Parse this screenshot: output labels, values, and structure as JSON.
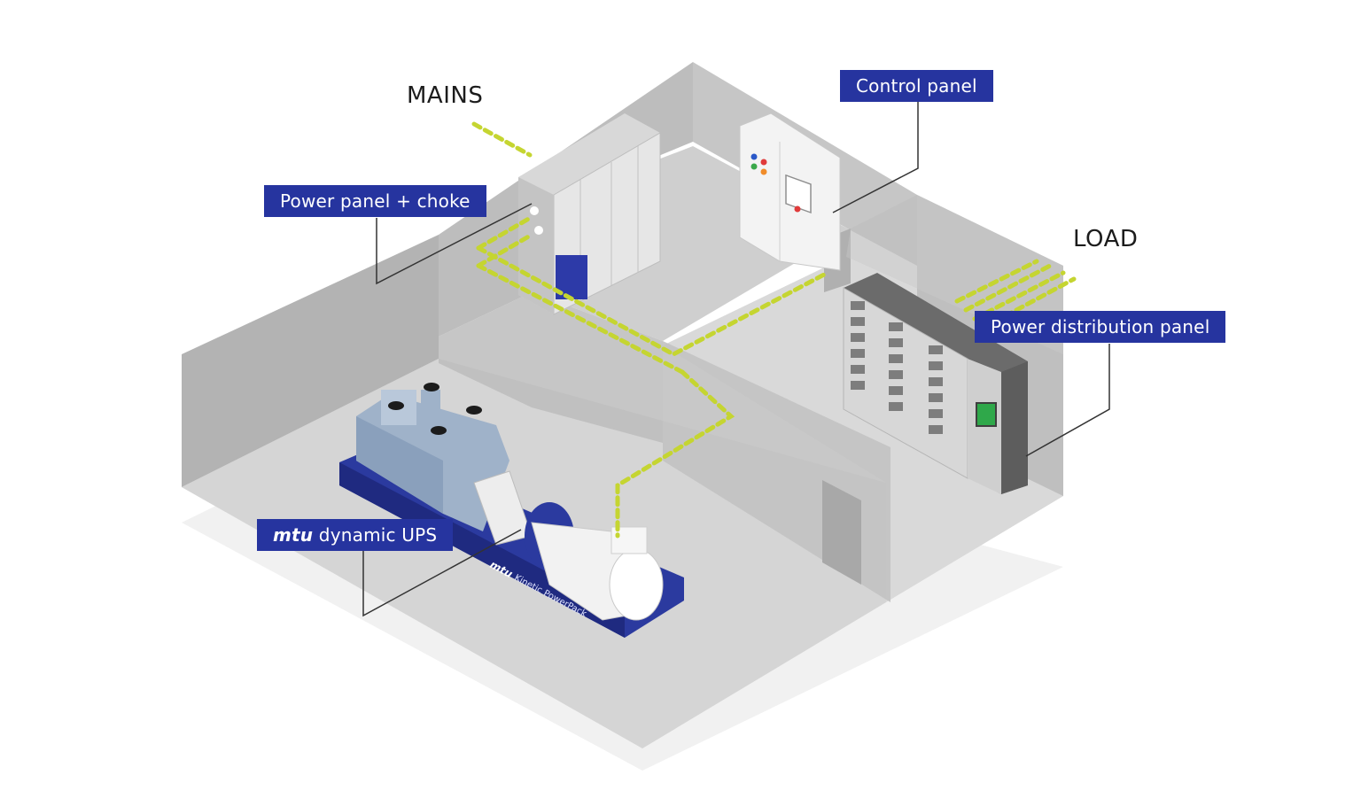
{
  "labels": {
    "mains": "MAINS",
    "load": "LOAD"
  },
  "callouts": {
    "control_panel": "Control panel",
    "power_panel_choke": "Power panel + choke",
    "power_distribution_panel": "Power distribution panel",
    "dynamic_ups_brand": "mtu",
    "dynamic_ups_text": " dynamic UPS"
  },
  "ups_unit": {
    "base_brand": "mtu",
    "base_text": "Kinetic PowerPack"
  },
  "colors": {
    "callout_bg": "#26349f",
    "power_line": "#c5d531",
    "ups_base": "#2b3a9f",
    "engine": "#9fb2c9",
    "wall": "#b4b4b4",
    "floor": "#d6d6d6"
  },
  "icons": {
    "cable": "dashed-power-line",
    "screen": "hmi-display"
  }
}
